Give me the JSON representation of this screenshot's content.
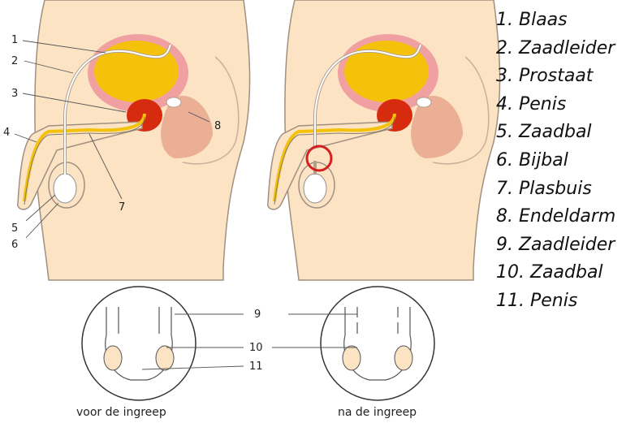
{
  "diagram": {
    "callouts_left": [
      "1",
      "2",
      "3",
      "4",
      "5",
      "6",
      "7",
      "8"
    ],
    "callouts_zoom": [
      "9",
      "10",
      "11"
    ],
    "caption_before": "voor de ingreep",
    "caption_after": "na de ingreep"
  },
  "legend": [
    "1. Blaas",
    "2. Zaadleider",
    "3. Prostaat",
    "4. Penis",
    "5. Zaadbal",
    "6. Bijbal",
    "7. Plasbuis",
    "8. Endeldarm",
    "9. Zaadleider",
    "10. Zaadbal",
    "11. Penis"
  ],
  "colors": {
    "skin": "#fbe3c4",
    "outline": "#8a7a6a",
    "bladder_outer": "#f0a0a0",
    "bladder_fill": "#f4c20a",
    "prostate": "#d62b0e",
    "rectum": "#e8a890",
    "testis": "#ffffff",
    "cut_marker": "#d42020"
  }
}
